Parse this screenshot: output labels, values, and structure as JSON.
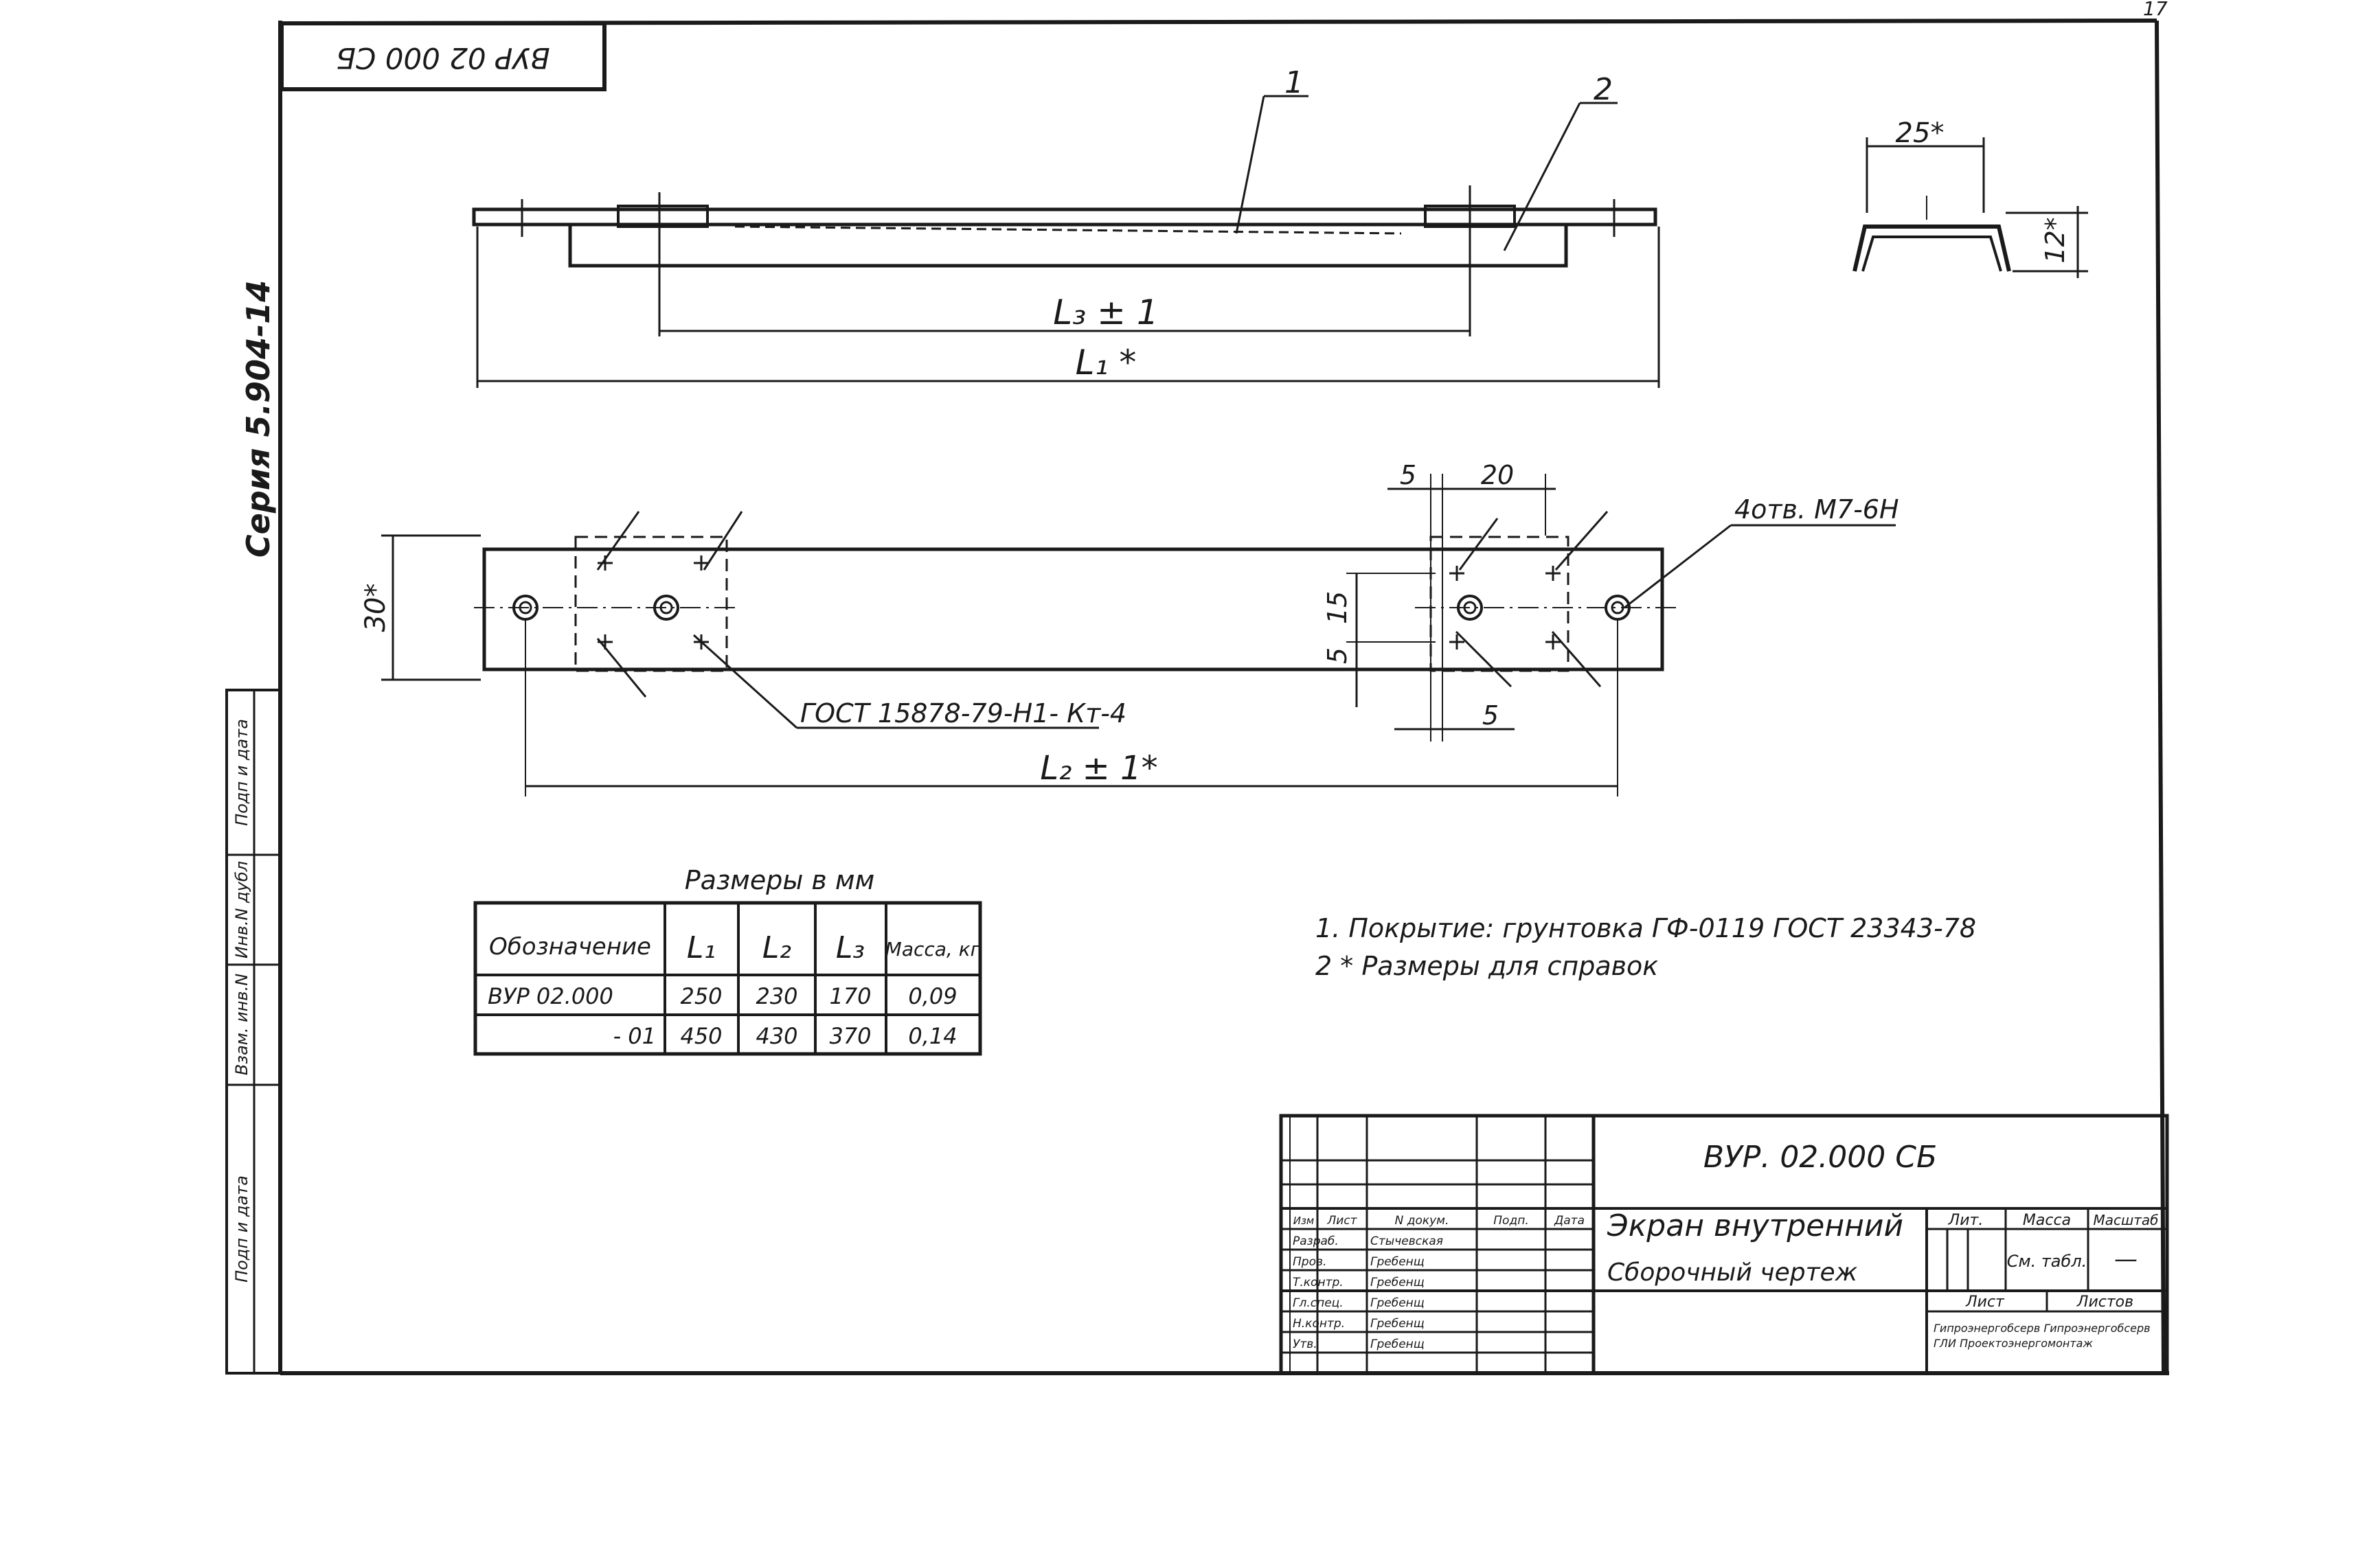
{
  "page_number": "17",
  "stamp_code": "ВУР 02 000 СБ",
  "series_label": "Серия 5.904-14",
  "side_labels": [
    "Подп и дата",
    "Инв.N дубл",
    "Взам. инв.N",
    "Подп и дата"
  ],
  "callouts": {
    "part1": "1",
    "part2": "2"
  },
  "dims_top": {
    "l3": "L₃ ± 1",
    "l1": "L₁ *"
  },
  "section": {
    "width": "25*",
    "height": "12*"
  },
  "dims_plan": {
    "width": "30*",
    "s1": "5",
    "s20": "20",
    "s15": "15",
    "s5a": "5",
    "s5b": "5",
    "holes": "4отв. М7-6Н",
    "gost_rivet": "ГОСТ 15878-79-Н1- Кт-4",
    "l2": "L₂ ± 1*"
  },
  "table": {
    "caption": "Размеры в мм",
    "headers": [
      "Обозначение",
      "L₁",
      "L₂",
      "L₃",
      "Масса, кг"
    ],
    "rows": [
      [
        "ВУР 02.000",
        "250",
        "230",
        "170",
        "0,09"
      ],
      [
        "- 01",
        "450",
        "430",
        "370",
        "0,14"
      ]
    ]
  },
  "notes": [
    "1. Покрытие:  грунтовка  ГФ-0119  ГОСТ 23343-78",
    "2 * Размеры   для   справок"
  ],
  "title_block": {
    "doc_code": "ВУР. 02.000  СБ",
    "title": "Экран внутренний",
    "subtitle": "Сборочный чертеж",
    "col_lit": "Лит.",
    "col_mass": "Масса",
    "col_scale": "Масштаб",
    "mass_value": "См. табл.",
    "scale_value": "—",
    "sheet": "Лист",
    "sheets": "Листов",
    "headers": [
      "Изм",
      "Лист",
      "N докум.",
      "Подп.",
      "Дата"
    ],
    "roles": [
      "Разраб.",
      "Пров.",
      "Т.контр.",
      "Гл.спец.",
      "Н.контр.",
      "Утв."
    ],
    "names": [
      "Стычевская",
      "Гребенщ",
      "Гребенщ",
      "Гребенщ",
      "Гребенщ",
      "Гребенщ"
    ],
    "org": "Гипроэнергобсерв Гипроэнергобсерв",
    "org2": "ГЛИ Проектоэнергомонтаж"
  }
}
